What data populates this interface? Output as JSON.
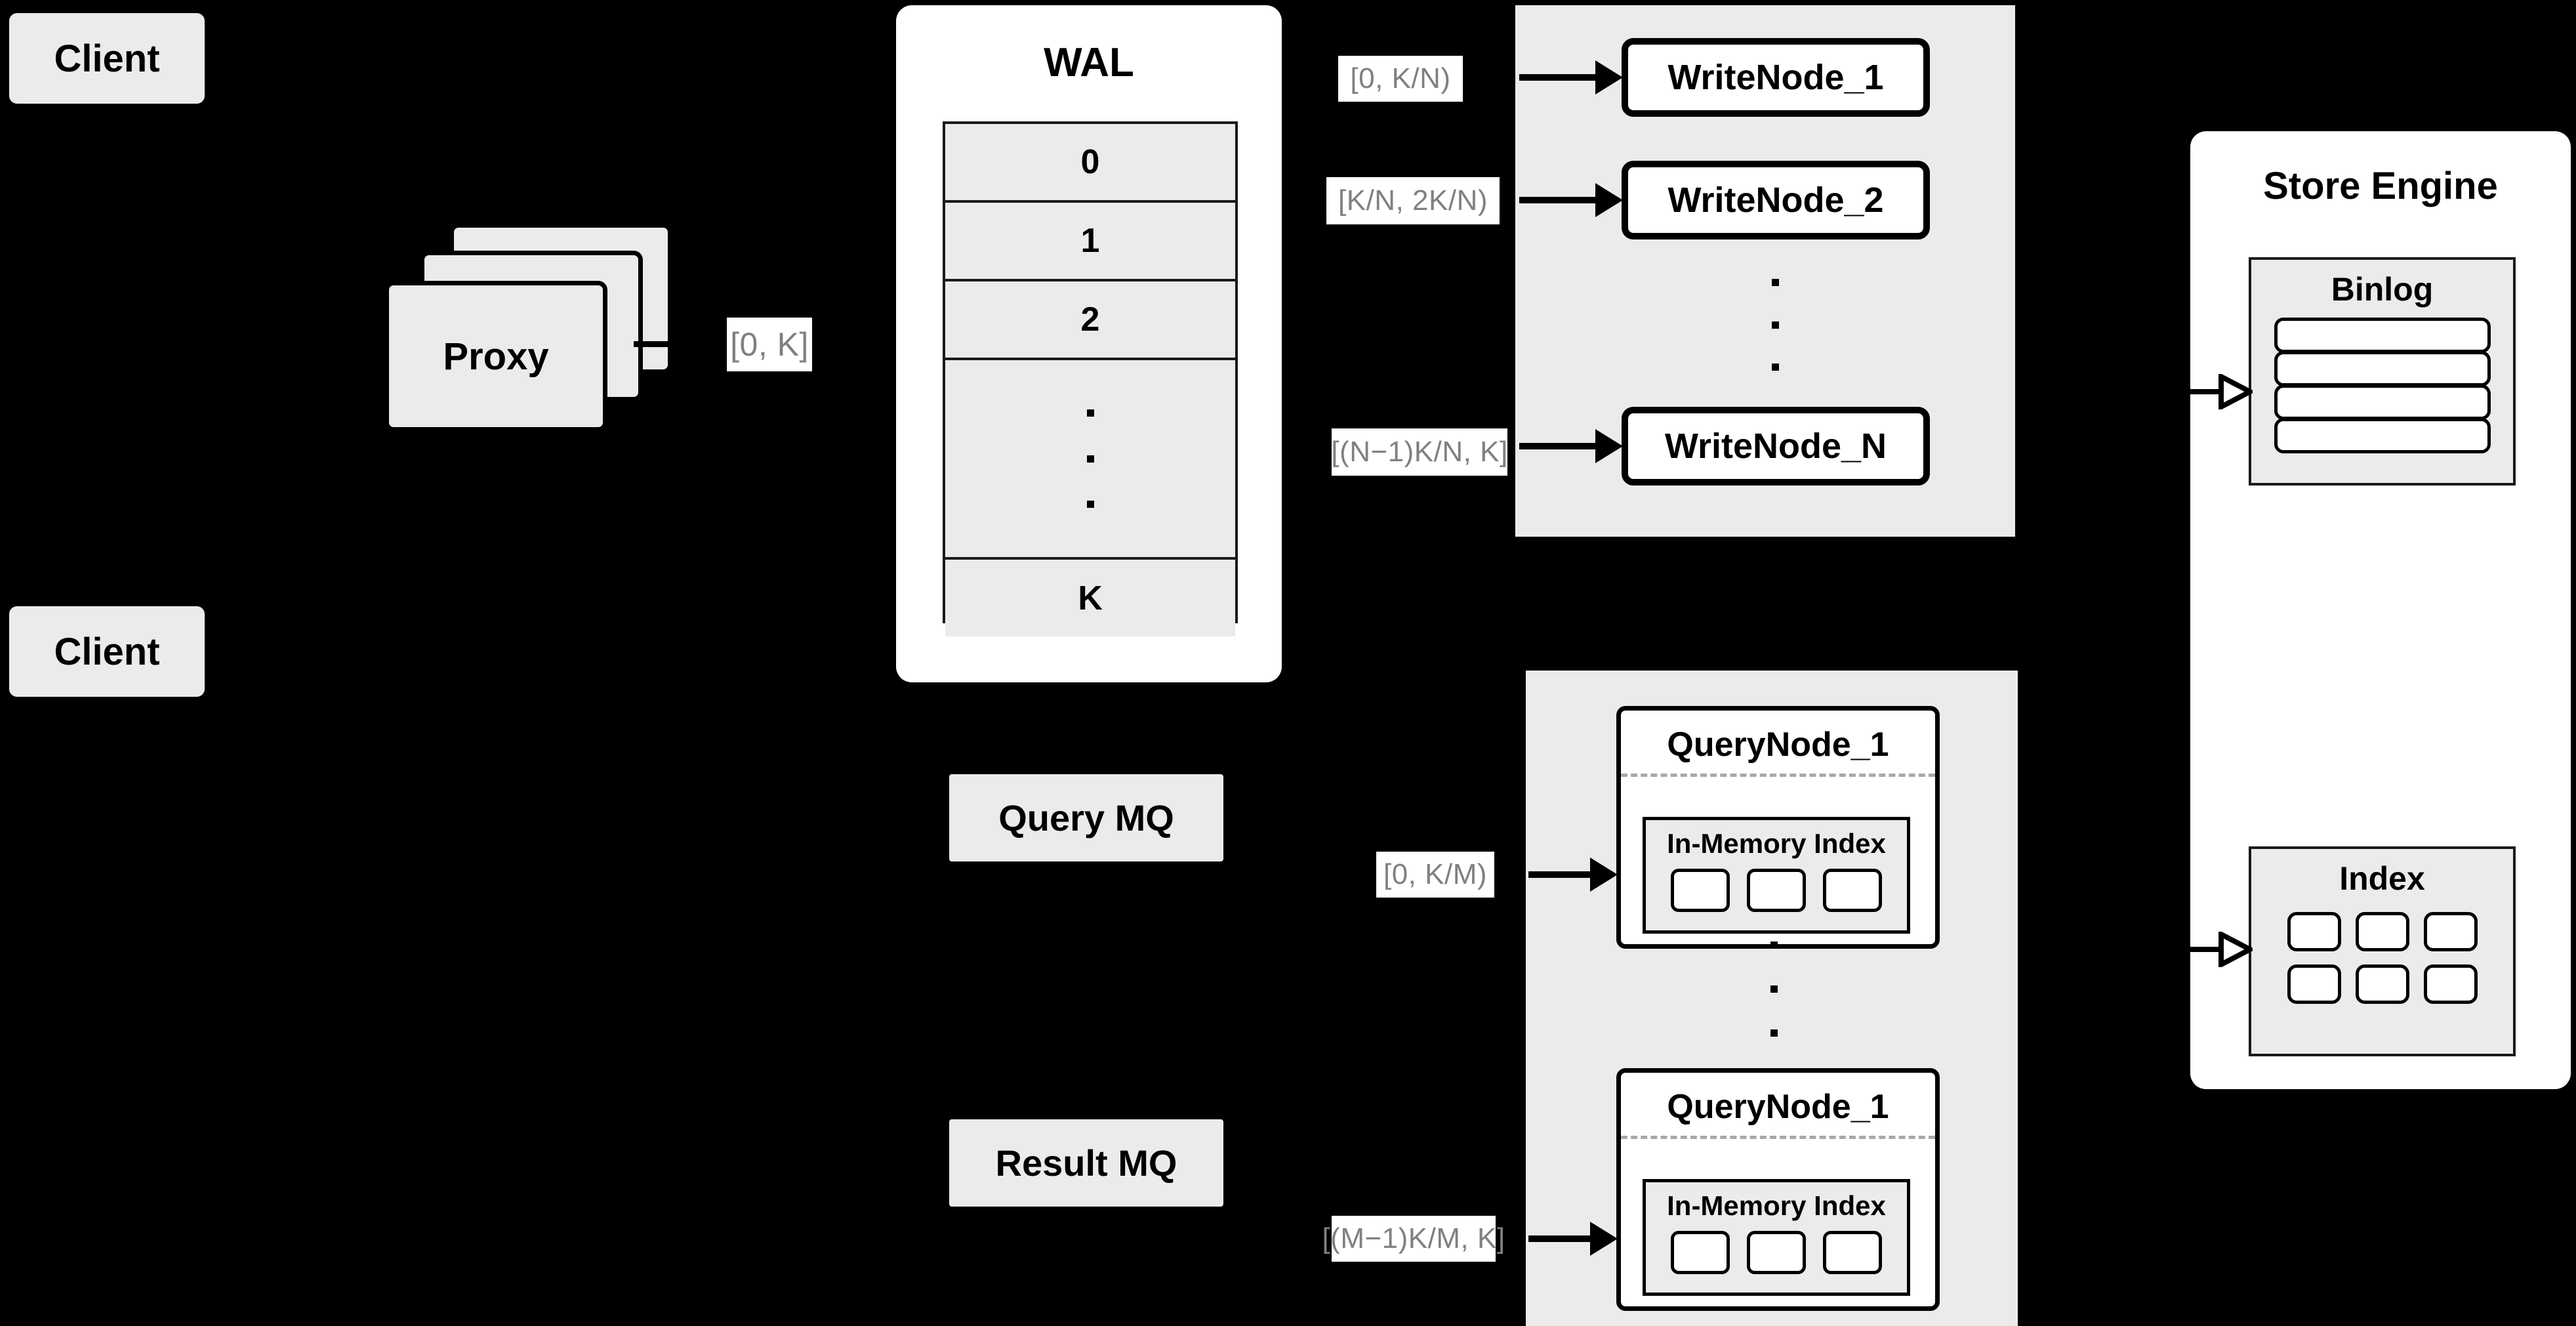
{
  "diagram": {
    "title": "Distributed Vector Database Architecture",
    "background_color": "#000000",
    "node_fill_gray": "#ebebeb",
    "node_fill_white": "#ffffff",
    "stroke_color": "#000000",
    "label_text_color": "#808080"
  },
  "clients": [
    {
      "label": "Client"
    },
    {
      "label": "Client"
    }
  ],
  "proxy": {
    "label": "Proxy",
    "stack_count": 3
  },
  "wal": {
    "title": "WAL",
    "rows": [
      {
        "label": "0"
      },
      {
        "label": "1"
      },
      {
        "label": "2"
      },
      {
        "label": "",
        "is_dots": true,
        "dots": 3
      },
      {
        "label": "K"
      }
    ]
  },
  "queues": [
    {
      "label": "Query MQ"
    },
    {
      "label": "Result MQ"
    }
  ],
  "write_cluster": {
    "nodes": [
      {
        "label": "WriteNode_1"
      },
      {
        "label": "WriteNode_2"
      },
      {
        "label": "WriteNode_N"
      }
    ],
    "dots": 3
  },
  "query_cluster": {
    "nodes": [
      {
        "label": "QueryNode_1",
        "index_label": "In-Memory Index",
        "index_cells": 3
      },
      {
        "label": "QueryNode_1",
        "index_label": "In-Memory Index",
        "index_cells": 3
      }
    ],
    "dots": 3
  },
  "store_engine": {
    "title": "Store Engine",
    "binlog": {
      "title": "Binlog",
      "rows": 4
    },
    "index": {
      "title": "Index",
      "cells": 6
    }
  },
  "edge_labels": {
    "client_to_proxy": "[0, K]",
    "wal_to_write_1": "[0,  K/N)",
    "wal_to_write_2": "[K/N, 2K/N)",
    "wal_to_write_n": "[(N−1)K/N,  K]",
    "mq_to_query_1": "[0, K/M)",
    "mq_to_query_m": "[(M−1)K/M, K]"
  }
}
